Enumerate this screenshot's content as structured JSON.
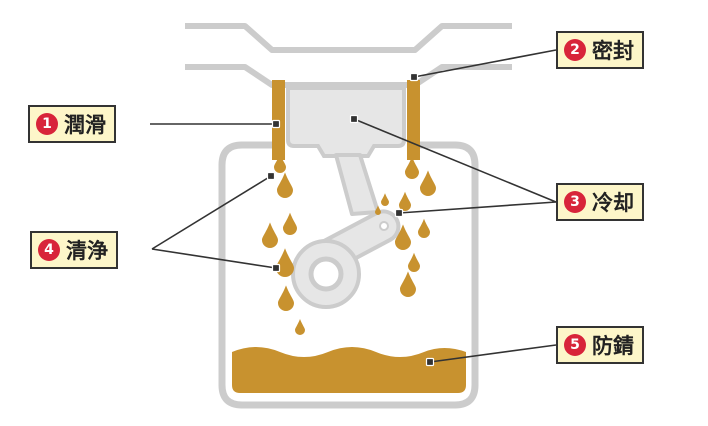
{
  "colors": {
    "oil": "#c8922f",
    "engine_outline": "#cccccc",
    "engine_fill": "#e6e6e6",
    "label_bg": "#fdf6c9",
    "badge": "#d8243a",
    "leader": "#333333"
  },
  "labels": [
    {
      "id": "lubrication",
      "number": "1",
      "text": "潤滑"
    },
    {
      "id": "sealing",
      "number": "2",
      "text": "密封"
    },
    {
      "id": "cooling",
      "number": "3",
      "text": "冷却"
    },
    {
      "id": "cleaning",
      "number": "4",
      "text": "清浄"
    },
    {
      "id": "rust-prevention",
      "number": "5",
      "text": "防錆"
    }
  ]
}
